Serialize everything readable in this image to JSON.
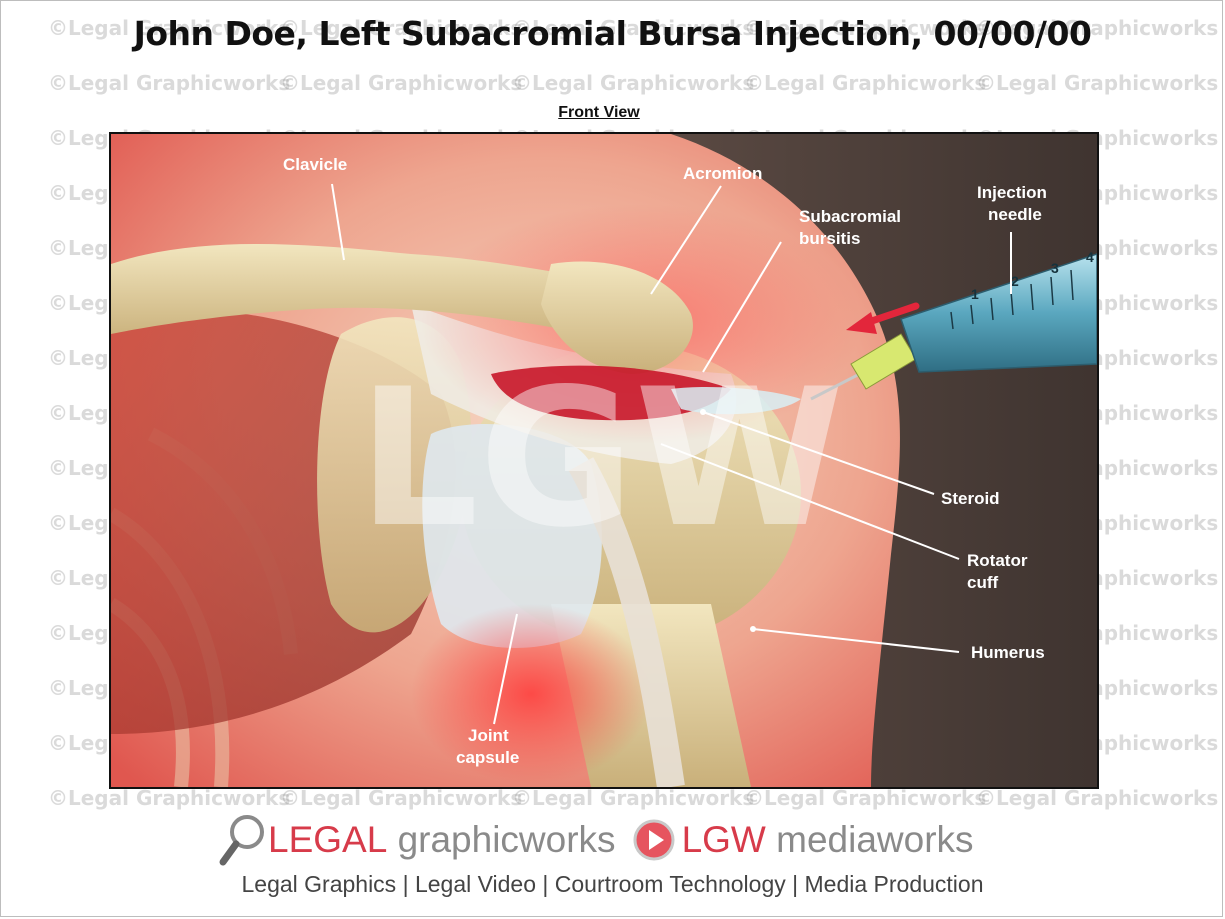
{
  "title": "John Doe, Left Subacromial Bursa Injection, 00/00/00",
  "view_label": "Front View",
  "watermark": {
    "text": "©Legal Graphicworks",
    "center_mark": "LGW"
  },
  "labels": {
    "clavicle": "Clavicle",
    "acromion": "Acromion",
    "subacromial_line1": "Subacromial",
    "subacromial_line2": "bursitis",
    "needle_line1": "Injection",
    "needle_line2": "needle",
    "steroid": "Steroid",
    "rotator_line1": "Rotator",
    "rotator_line2": "cuff",
    "humerus": "Humerus",
    "capsule_line1": "Joint",
    "capsule_line2": "capsule"
  },
  "syringe_scale": [
    "1",
    "2",
    "3",
    "4"
  ],
  "footer": {
    "brand1_strong": "LEGAL",
    "brand1_rest": " graphicworks",
    "brand2_strong": "LGW",
    "brand2_rest": " mediaworks",
    "tagline": "Legal Graphics | Legal Video | Courtroom Technology | Media Production"
  },
  "icons": [
    "magnifier-icon",
    "play-icon",
    "arrow-icon"
  ],
  "colors": {
    "brand_red": "#d73b4a",
    "brand_gray": "#8a8a8a",
    "background_dark": "#4a3b35"
  }
}
